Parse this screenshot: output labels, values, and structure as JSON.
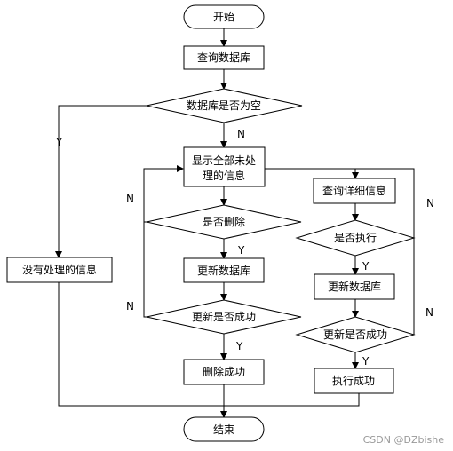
{
  "nodes": {
    "start": "开始",
    "query_db": "查询数据库",
    "is_empty": "数据库是否为空",
    "show_unprocessed_1": "显示全部未处",
    "show_unprocessed_2": "理的信息",
    "no_unprocessed": "没有处理的信息",
    "is_delete": "是否删除",
    "update_db_left": "更新数据库",
    "update_success_left": "更新是否成功",
    "delete_success": "删除成功",
    "query_detail": "查询详细信息",
    "is_execute": "是否执行",
    "update_db_right": "更新数据库",
    "update_success_right": "更新是否成功",
    "execute_success": "执行成功",
    "end": "结束"
  },
  "edge_labels": {
    "empty_yes": "Y",
    "empty_no": "N",
    "delete_yes": "Y",
    "delete_no": "N",
    "left_success_yes": "Y",
    "left_success_no": "N",
    "execute_yes": "Y",
    "execute_no": "N",
    "right_success_yes": "Y",
    "right_success_no": "N"
  },
  "watermark": "CSDN @DZbishe"
}
